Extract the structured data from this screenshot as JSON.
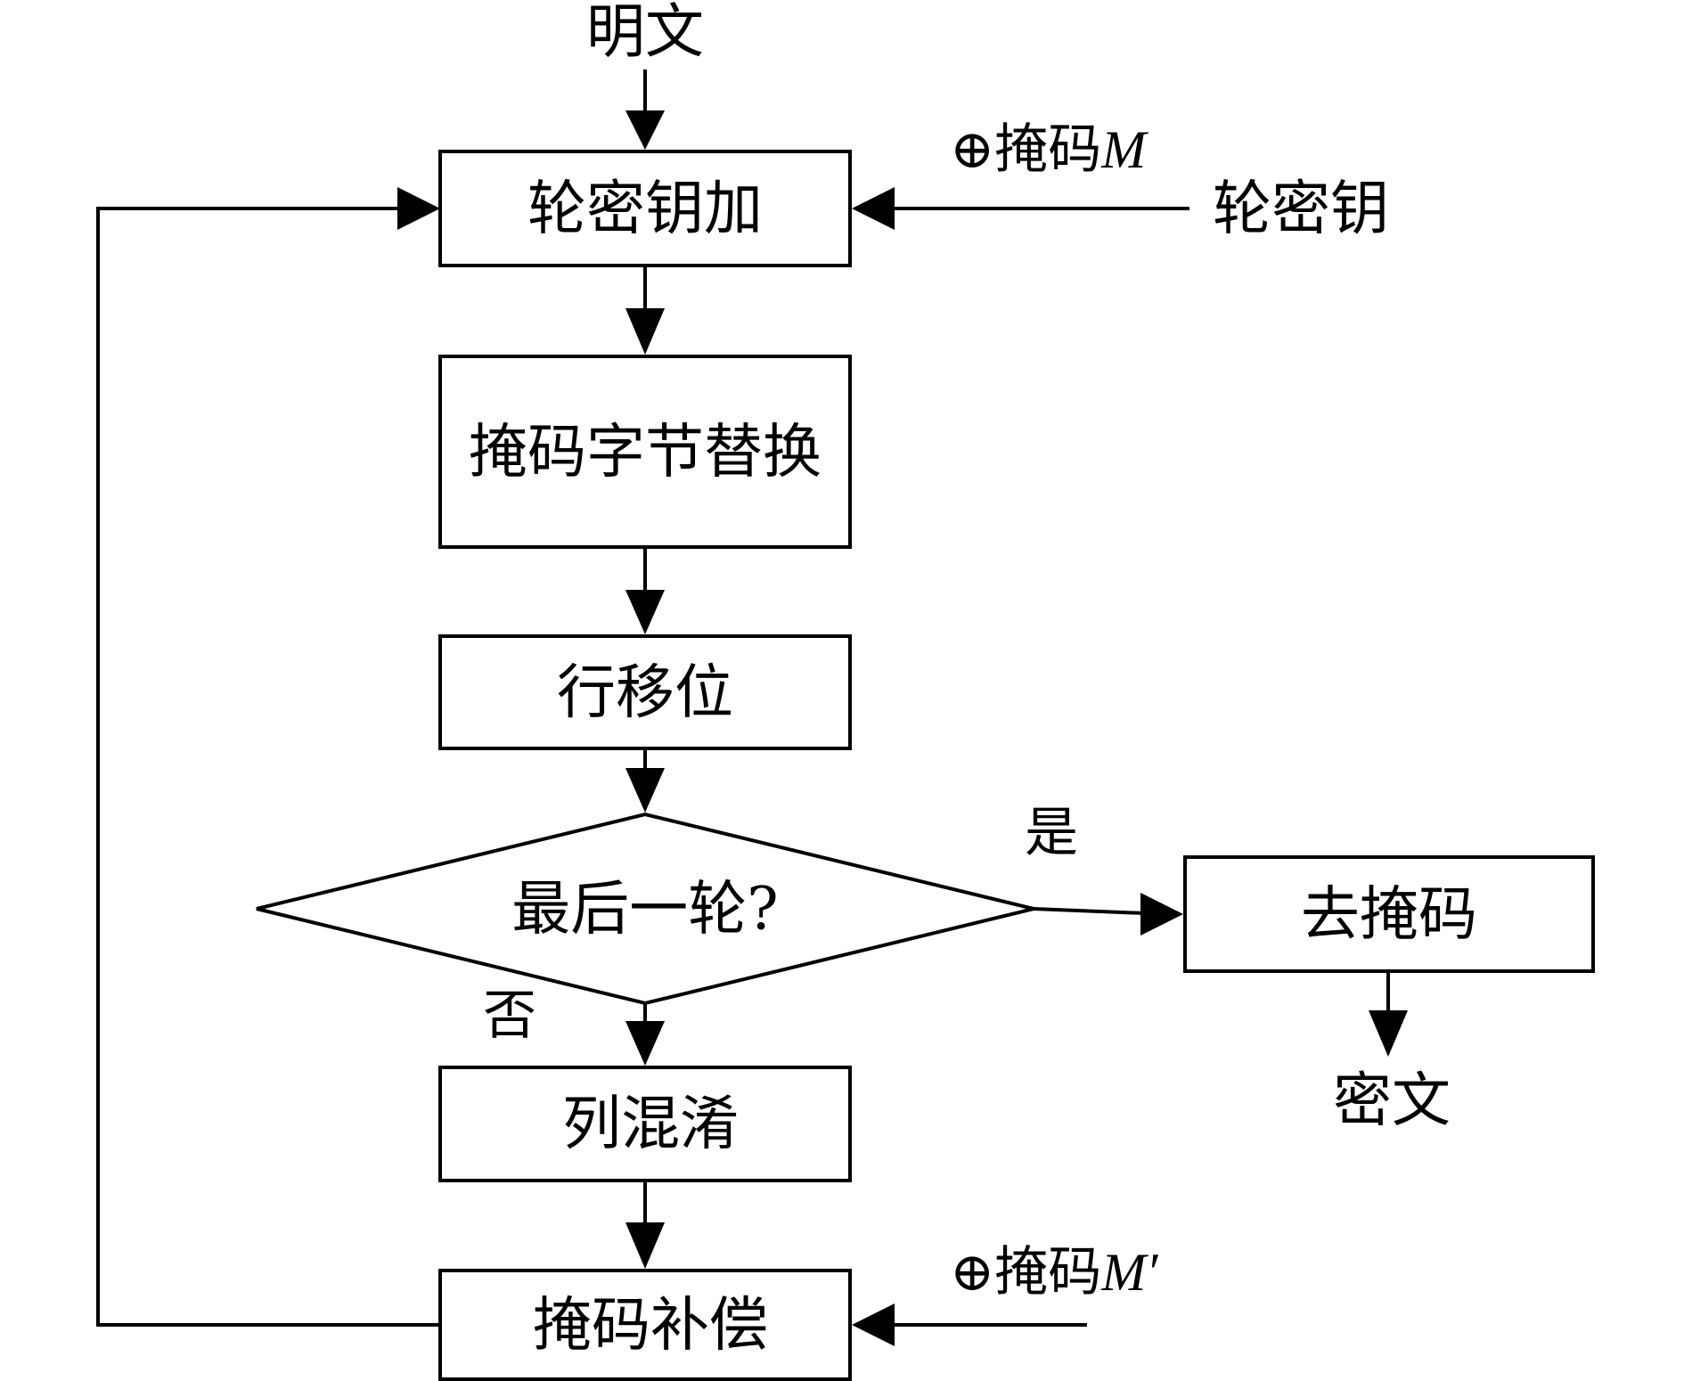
{
  "diagram": {
    "nodes": {
      "plaintext": "明文",
      "round_key_add": "轮密钥加",
      "masked_subbytes": "掩码字节替换",
      "shift_rows": "行移位",
      "last_round_decision": "最后一轮?",
      "remove_mask": "去掩码",
      "ciphertext": "密文",
      "mix_columns": "列混淆",
      "mask_compensation": "掩码补偿"
    },
    "inputs": {
      "round_key": "轮密钥",
      "mask_m": {
        "symbol": "⊕",
        "text": "掩码",
        "var": "M"
      },
      "mask_m_prime": {
        "symbol": "⊕",
        "text": "掩码",
        "var": "M′"
      }
    },
    "edge_labels": {
      "yes": "是",
      "no": "否"
    }
  }
}
